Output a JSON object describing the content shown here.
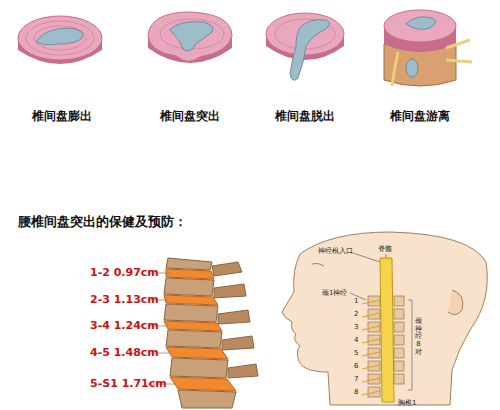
{
  "diagram": {
    "title": "腰椎间盘突出的保健及预防：",
    "labels": [
      "椎间盘膨出",
      "椎间盘突出",
      "椎间盘脱出",
      "椎间盘游离",
      "1-2 0.97cm",
      "2-3 1.13cm",
      "3-4 1.24cm",
      "4-5 1.48cm",
      "5-S1 1.71cm",
      "神经根入口",
      "脊髓",
      "颈1神经",
      "1",
      "2",
      "3",
      "4",
      "5",
      "6",
      "7",
      "8",
      "颈神经8对",
      "胸椎1"
    ]
  }
}
